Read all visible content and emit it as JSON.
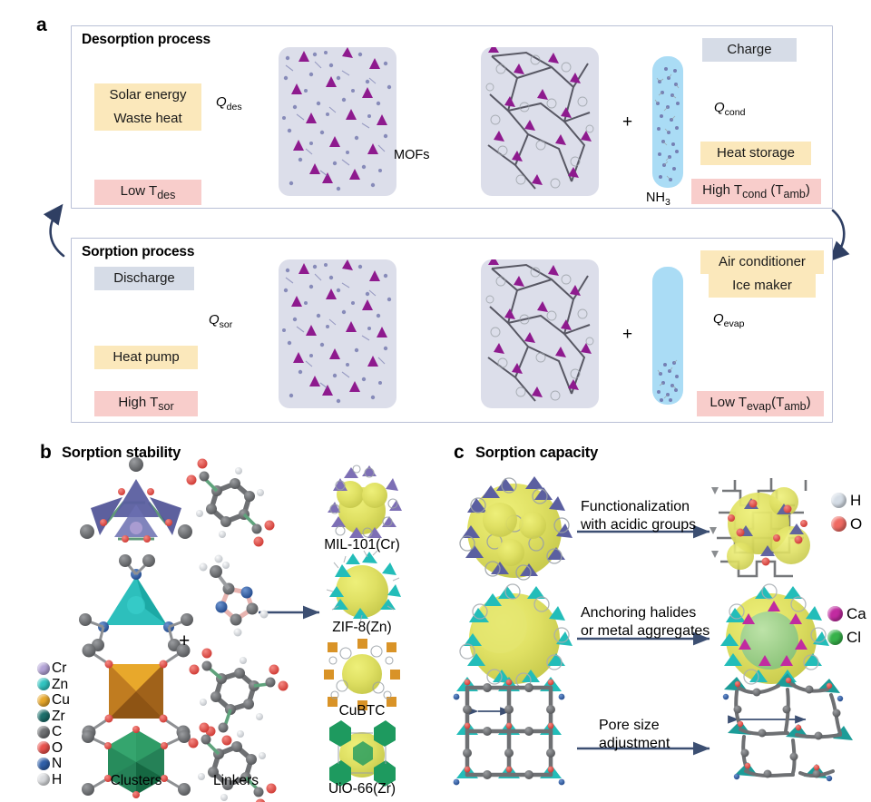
{
  "figure": {
    "panels": [
      {
        "letter": "a"
      },
      {
        "letter": "b",
        "heading": "Sorption stability"
      },
      {
        "letter": "c",
        "heading": "Sorption capacity"
      }
    ]
  },
  "panel_a": {
    "desorption": {
      "title": "Desorption process",
      "source_chip_line1": "Solar energy",
      "source_chip_line2": "Waste heat",
      "temp_chip": "Low T",
      "temp_chip_sub": "des",
      "arrow1_label": "Q",
      "arrow1_sub": "des",
      "mofs_label": "MOFs",
      "plus": "+",
      "gas_label": "NH",
      "gas_sub": "3",
      "state_chip": "Charge",
      "arrow2_label": "Q",
      "arrow2_sub": "cond",
      "use_chip": "Heat storage",
      "out_temp_chip_a": "High T",
      "out_temp_chip_a_sub": "cond",
      "out_temp_chip_b": " (T",
      "out_temp_chip_b_sub": "amb",
      "out_temp_chip_c": ")"
    },
    "sorption": {
      "title": "Sorption process",
      "state_chip": "Discharge",
      "arrow1_label": "Q",
      "arrow1_sub": "sor",
      "use_chip": "Heat pump",
      "temp_chip": "High T",
      "temp_chip_sub": "sor",
      "plus": "+",
      "app_chip_line1": "Air conditioner",
      "app_chip_line2": "Ice maker",
      "arrow2_label": "Q",
      "arrow2_sub": "evap",
      "in_temp_chip_a": "Low T",
      "in_temp_chip_a_sub": "evap",
      "in_temp_chip_b": "(T",
      "in_temp_chip_b_sub": "amb",
      "in_temp_chip_c": ")"
    }
  },
  "panel_b": {
    "clusters_caption": "Clusters",
    "linkers_caption": "Linkers",
    "plus": "+",
    "mofs": [
      {
        "name": "MIL-101(Cr)"
      },
      {
        "name": "ZIF-8(Zn)"
      },
      {
        "name": "CuBTC"
      },
      {
        "name": "UiO-66(Zr)"
      }
    ],
    "legend": [
      {
        "label": "Cr",
        "color": "#b3a3d6"
      },
      {
        "label": "Zn",
        "color": "#31c4c0"
      },
      {
        "label": "Cu",
        "color": "#e8a82b"
      },
      {
        "label": "Zr",
        "color": "#1c6f6b"
      },
      {
        "label": "C",
        "color": "#6e7073"
      },
      {
        "label": "O",
        "color": "#e8514c"
      },
      {
        "label": "N",
        "color": "#2f5fa8"
      },
      {
        "label": "H",
        "color": "#d8dadd"
      }
    ]
  },
  "panel_c": {
    "rows": [
      {
        "label": "Functionalization\nwith acidic groups"
      },
      {
        "label": "Anchoring halides\nor metal aggregates"
      },
      {
        "label": "Pore size\nadjustment"
      }
    ],
    "legend_top": [
      {
        "label": "H",
        "color": "#d5dde6"
      },
      {
        "label": "O",
        "color": "#ef6a62"
      }
    ],
    "legend_mid": [
      {
        "label": "Ca",
        "color": "#c12ba0"
      },
      {
        "label": "Cl",
        "color": "#37b24a"
      }
    ]
  },
  "colors": {
    "arrow": "#3c4f72",
    "box_border": "#b9c0d6",
    "chip_yellow": "#fbe8bb",
    "chip_pink": "#f8cdcb",
    "chip_gray": "#d6dce7",
    "mof_block_bg": "#dcdeea",
    "tube_bg": "#aadcf5"
  }
}
